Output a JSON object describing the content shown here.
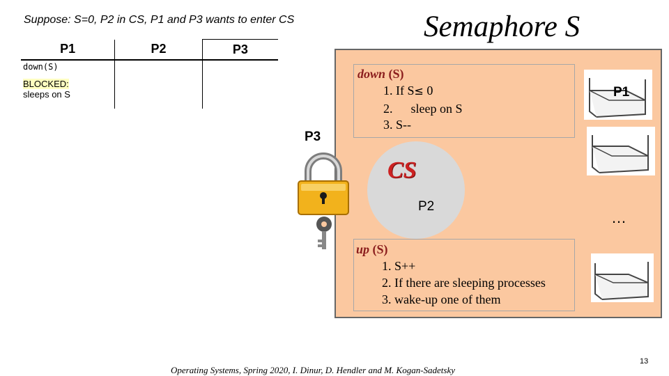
{
  "slide": {
    "subtitle": "Suppose: S=0, P2 in CS, P1 and P3 wants to enter CS",
    "title": "Semaphore S",
    "footer": "Operating Systems, Spring 2020, I. Dinur, D. Hendler and M. Kogan-Sadetsky",
    "page_number": "13"
  },
  "table": {
    "headers": [
      "P1",
      "P2",
      "P3"
    ],
    "p1_cell": {
      "call": "down(S)",
      "blocked": "BLOCKED:",
      "sleeps": "sleeps on S"
    }
  },
  "semaphore": {
    "down": {
      "keyword": "down",
      "arg": " (S)",
      "line1_prefix": "1. If S",
      "line1_symbol": "≤",
      "line1_value": " 0",
      "line2_num": "2.",
      "line2_text": "sleep on S",
      "line3": "3. S--"
    },
    "up": {
      "keyword": "up",
      "arg": " (S)",
      "line1": "1. S++",
      "line2": "2. If there are sleeping processes",
      "line3": "3. wake-up one of them"
    },
    "cs_label": "CS",
    "cs_process": "P2",
    "waiting_process": "P3",
    "bed_label": "P1",
    "ellipsis": "…"
  },
  "colors": {
    "box_fill": "#fbc8a0",
    "cs_circle": "#d9d9d9",
    "cs_text": "#cc2222",
    "lock_body": "#f2b21c"
  },
  "icons": [
    "padlock-icon",
    "key-icon",
    "bed-icon"
  ]
}
